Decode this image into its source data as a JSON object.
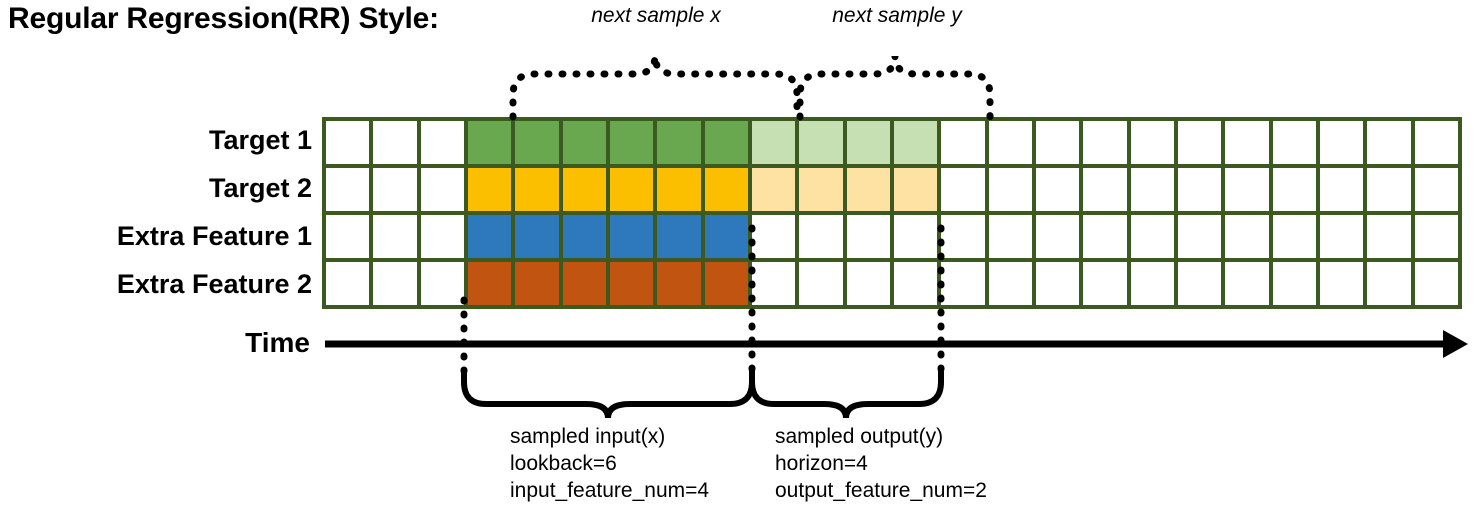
{
  "title": "Regular Regression(RR) Style:",
  "rows": [
    {
      "label": "Target 1",
      "key": "target-1"
    },
    {
      "label": "Target 2",
      "key": "target-2"
    },
    {
      "label": "Extra Feature 1",
      "key": "extra-feature-1"
    },
    {
      "label": "Extra Feature 2",
      "key": "extra-feature-2"
    }
  ],
  "axis": {
    "label": "Time"
  },
  "top_braces": [
    {
      "label": "next sample x",
      "name": "next-sample-x"
    },
    {
      "label": "next sample y",
      "name": "next-sample-y"
    }
  ],
  "bottom_notes": [
    {
      "title": "sampled input(x)",
      "line2": "lookback=6",
      "line3": "input_feature_num=4"
    },
    {
      "title": "sampled output(y)",
      "line2": "horizon=4",
      "line3": "output_feature_num=2"
    }
  ],
  "colors": {
    "grid_border": "#3c5a20",
    "empty": "#ffffff",
    "target1_input": "#6aa84f",
    "target1_output": "#c6e0b4",
    "target2_input": "#fcbf00",
    "target2_output": "#fde2a4",
    "extra1_input": "#2e78bc",
    "extra2_input": "#c25412",
    "line": "#000000"
  },
  "grid": {
    "columns": 24,
    "rows": 4,
    "lead_empty_columns": 3,
    "input_columns": 6,
    "output_columns": 4,
    "trailing_empty_columns": 11,
    "cells": [
      [
        "empty",
        "empty",
        "empty",
        "target1_input",
        "target1_input",
        "target1_input",
        "target1_input",
        "target1_input",
        "target1_input",
        "target1_output",
        "target1_output",
        "target1_output",
        "target1_output",
        "empty",
        "empty",
        "empty",
        "empty",
        "empty",
        "empty",
        "empty",
        "empty",
        "empty",
        "empty",
        "empty"
      ],
      [
        "empty",
        "empty",
        "empty",
        "target2_input",
        "target2_input",
        "target2_input",
        "target2_input",
        "target2_input",
        "target2_input",
        "target2_output",
        "target2_output",
        "target2_output",
        "target2_output",
        "empty",
        "empty",
        "empty",
        "empty",
        "empty",
        "empty",
        "empty",
        "empty",
        "empty",
        "empty",
        "empty"
      ],
      [
        "empty",
        "empty",
        "empty",
        "extra1_input",
        "extra1_input",
        "extra1_input",
        "extra1_input",
        "extra1_input",
        "extra1_input",
        "empty",
        "empty",
        "empty",
        "empty",
        "empty",
        "empty",
        "empty",
        "empty",
        "empty",
        "empty",
        "empty",
        "empty",
        "empty",
        "empty",
        "empty"
      ],
      [
        "empty",
        "empty",
        "empty",
        "extra2_input",
        "extra2_input",
        "extra2_input",
        "extra2_input",
        "extra2_input",
        "extra2_input",
        "empty",
        "empty",
        "empty",
        "empty",
        "empty",
        "empty",
        "empty",
        "empty",
        "empty",
        "empty",
        "empty",
        "empty",
        "empty",
        "empty",
        "empty"
      ]
    ]
  }
}
